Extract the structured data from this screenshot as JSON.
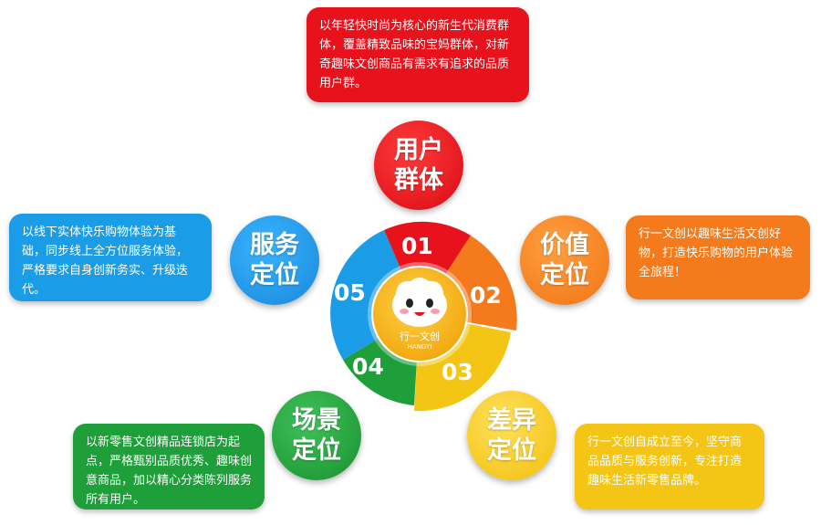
{
  "categories": [
    {
      "key": "user",
      "title_line1": "用户",
      "title_line2": "群体",
      "description": "以年轻快时尚为核心的新生代消费群体，覆盖精致品味的宝妈群体，对新奇趣味文创商品有需求有追求的品质用户群。",
      "color": "#e8121c"
    },
    {
      "key": "value",
      "title_line1": "价值",
      "title_line2": "定位",
      "description": "行一文创以趣味生活文创好物，打造快乐购物的用户体验全旅程！",
      "color": "#f47a1c"
    },
    {
      "key": "difference",
      "title_line1": "差异",
      "title_line2": "定位",
      "description": "行一文创自成立至今，坚守商品品质与服务创新，专注打造趣味生活新零售品牌。",
      "color": "#f4c515"
    },
    {
      "key": "scene",
      "title_line1": "场景",
      "title_line2": "定位",
      "description": "以新零售文创精品连锁店为起点，严格甄别品质优秀、趣味创意商品，加以精心分类陈列服务所有用户。",
      "color": "#1e9f3a"
    },
    {
      "key": "service",
      "title_line1": "服务",
      "title_line2": "定位",
      "description": "以线下实体快乐购物体验为基础，同步线上全方位服务体验，严格要求自身创新务实、升级迭代。",
      "color": "#1a9de6"
    }
  ],
  "wheel": {
    "segments": [
      "01",
      "02",
      "03",
      "04",
      "05"
    ],
    "segment_colors": [
      "#e8121c",
      "#f47a1c",
      "#f4c515",
      "#1e9f3a",
      "#1a9de6"
    ],
    "logo_name": "行一文创",
    "logo_sub": "HANGYI"
  }
}
